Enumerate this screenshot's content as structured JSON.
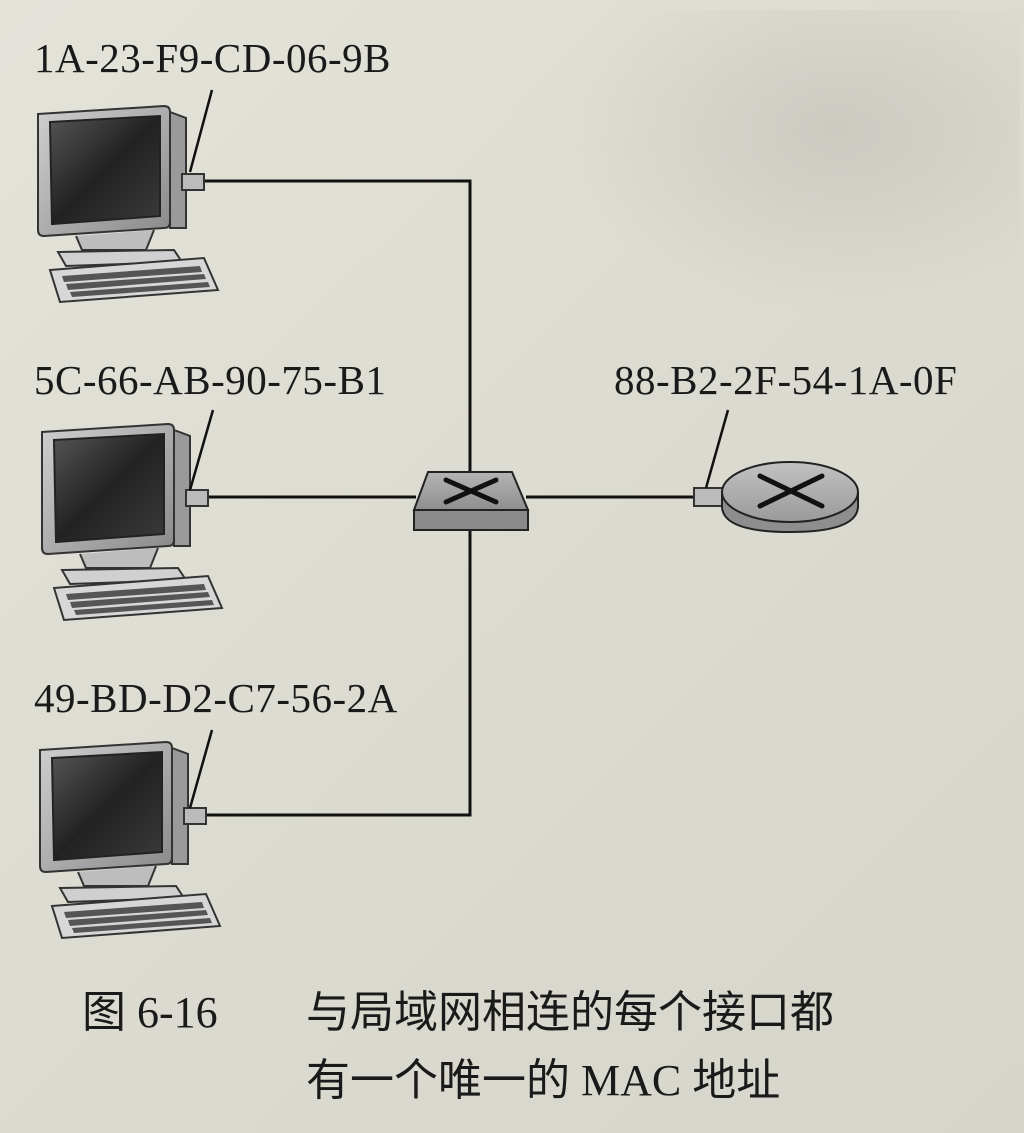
{
  "diagram": {
    "hosts": [
      {
        "mac": "1A-23-F9-CD-06-9B"
      },
      {
        "mac": "5C-66-AB-90-75-B1"
      },
      {
        "mac": "49-BD-D2-C7-56-2A"
      }
    ],
    "router": {
      "mac": "88-B2-2F-54-1A-0F"
    }
  },
  "caption": {
    "figure_number": "图 6-16",
    "line1": "与局域网相连的每个接口都",
    "line2": "有一个唯一的 MAC 地址"
  }
}
